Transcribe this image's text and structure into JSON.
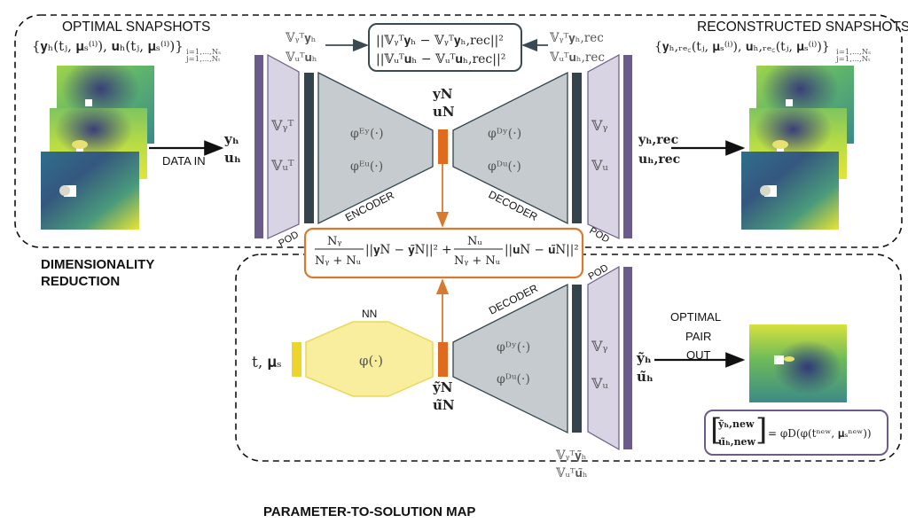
{
  "colors": {
    "pod_bar": "#6b5b8a",
    "pod_fill": "#d9d4e3",
    "dark_bar": "#34444d",
    "net_fill": "#c5cbce",
    "latent": "#e06b1f",
    "nn_fill": "#f8ee9e",
    "nn_stroke": "#e9d95a",
    "nn_input": "#eed52e",
    "loss_border": "#d77a2e",
    "recon_loss_border": "#3a4a52",
    "new_box_border": "#6b5b8a"
  },
  "sections": {
    "dimensionality_reduction": "DIMENSIONALITY\nREDUCTION",
    "dimensionality_reduction_line1": "DIMENSIONALITY",
    "dimensionality_reduction_line2": "REDUCTION",
    "parameter_to_solution": "PARAMETER-TO-SOLUTION MAP"
  },
  "left": {
    "title": "OPTIMAL SNAPSHOTS",
    "set": "{y_h(t_j, μ_s^(i)), u_h(t_j, μ_s^(i))}",
    "set_main": "{𝐲ₕ(tⱼ, 𝛍ₛ⁽ⁱ⁾), 𝐮ₕ(tⱼ, 𝛍ₛ⁽ⁱ⁾)}",
    "sub1": "i=1,...,Nₛ",
    "sub2": "j=1,...,Nₜ",
    "arrow_label": "DATA IN",
    "input_y": "𝐲ₕ",
    "input_u": "𝐮ₕ"
  },
  "right": {
    "title": "RECONSTRUCTED SNAPSHOTS",
    "set_main": "{𝐲ₕ,ᵣₑ꜀(tⱼ, 𝛍ₛ⁽ⁱ⁾), 𝐮ₕ,ᵣₑ꜀(tⱼ, 𝛍ₛ⁽ⁱ⁾)}",
    "sub1": "i=1,...,Nₛ",
    "sub2": "j=1,...,Nₜ",
    "output_y": "𝐲ₕ,rec",
    "output_u": "𝐮ₕ,rec"
  },
  "autoencoder": {
    "pod_label": "POD",
    "pod_enc_y": "𝕍ᵧᵀ",
    "pod_enc_u": "𝕍ᵤᵀ",
    "pod_dec_y": "𝕍ᵧ",
    "pod_dec_u": "𝕍ᵤ",
    "proj_in_y": "𝕍ᵧᵀ𝐲ₕ",
    "proj_in_u": "𝕍ᵤᵀ𝐮ₕ",
    "proj_out_y": "𝕍ᵧᵀ𝐲ₕ,rec",
    "proj_out_u": "𝕍ᵤᵀ𝐮ₕ,rec",
    "encoder_label": "ENCODER",
    "decoder_label": "DECODER",
    "enc_y": "φᴱʸ(·)",
    "enc_u": "φᴱᵘ(·)",
    "dec_y": "φᴰʸ(·)",
    "dec_u": "φᴰᵘ(·)",
    "latent_y": "𝐲N",
    "latent_u": "𝐮N",
    "recon_loss_line1": "||𝕍ᵧᵀ𝐲ₕ − 𝕍ᵧᵀ𝐲ₕ,rec||²",
    "recon_loss_line2": "||𝕍ᵤᵀ𝐮ₕ − 𝕍ᵤᵀ𝐮ₕ,rec||²"
  },
  "latent_loss": {
    "frac1_num": "Nᵧ",
    "frac1_den": "Nᵧ + Nᵤ",
    "term1": "||𝐲N − 𝐲̃N||²",
    "plus": "+",
    "frac2_num": "Nᵤ",
    "frac2_den": "Nᵧ + Nᵤ",
    "term2": "||𝐮N − 𝐮̃N||²"
  },
  "pipeline": {
    "input_label": "t, 𝛍ₛ",
    "nn_label": "NN",
    "nn_func": "φ(·)",
    "latent_y": "𝐲̃N",
    "latent_u": "𝐮̃N",
    "decoder_label": "DECODER",
    "dec_y": "φᴰʸ(·)",
    "dec_u": "φᴰᵘ(·)",
    "pod_label": "POD",
    "pod_y": "𝕍ᵧ",
    "pod_u": "𝕍ᵤ",
    "proj_y": "𝕍ᵧᵀ𝐲̃ₕ",
    "proj_u": "𝕍ᵤᵀ𝐮̃ₕ",
    "output_y": "𝐲̃ₕ",
    "output_u": "𝐮̃ₕ",
    "out_label_1": "OPTIMAL",
    "out_label_2": "PAIR",
    "out_label_3": "OUT",
    "formula_y": "𝐲̃ₕ,new",
    "formula_u": "𝐮̃ₕ,new",
    "formula_rhs": "= φD(φ(tⁿᵉʷ, 𝛍ₛⁿᵉʷ))"
  }
}
